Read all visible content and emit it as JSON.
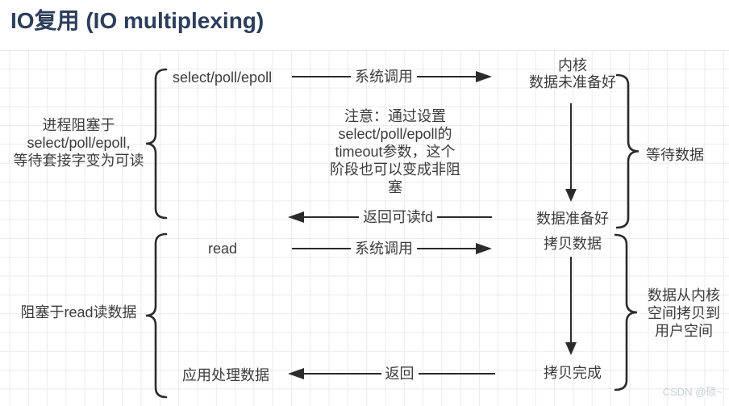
{
  "title": "IO复用 (IO multiplexing)",
  "watermark": "CSDN @硕~",
  "colors": {
    "title": "#2c3e5a",
    "ink": "#2b2b2b",
    "text": "#3c3c3c",
    "grid": "#ebebeb",
    "watermark": "#c9cdd1"
  },
  "stage1": {
    "blocking_label": "进程阻塞于\nselect/poll/epoll,\n等待套接字变为可读",
    "call": "select/poll/epoll",
    "syscall": "系统调用",
    "kernel_state": "内核\n数据未准备好",
    "note": "注意：通过设置\nselect/poll/epoll的\ntimeout参数，这个\n阶段也可以变成非阻\n塞",
    "wait": "等待数据",
    "ready": "数据准备好",
    "return": "返回可读fd"
  },
  "stage2": {
    "blocking_label": "阻塞于read读数据",
    "call": "read",
    "syscall": "系统调用",
    "copy": "拷贝数据",
    "copy_note": "数据从内核\n空间拷贝到\n用户空间",
    "copy_done": "拷贝完成",
    "app": "应用处理数据",
    "return": "返回"
  }
}
